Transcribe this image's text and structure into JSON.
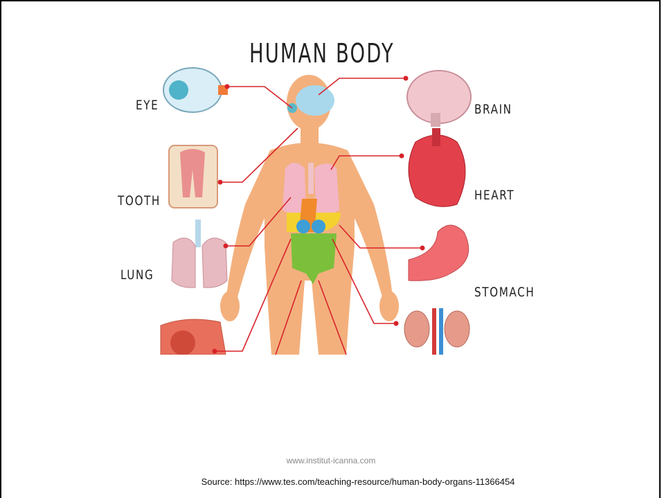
{
  "diagram": {
    "title": "HUMAN BODY",
    "labels": {
      "eye": "EYE",
      "brain": "BRAIN",
      "tooth": "TOOTH",
      "heart": "HEART",
      "lung": "LUNG",
      "stomach": "STOMACH"
    }
  },
  "watermark": "www.institut-icanna.com",
  "source": "Source: https://www.tes.com/teaching-resource/human-body-organs-11366454",
  "colors": {
    "skin": "#f3b07d",
    "leader_line": "#d8232a",
    "brain": "#a9d8ec",
    "lungs": "#f2b6c6",
    "liver": "#f08a2a",
    "kidneys": "#3e9ed6",
    "intestines": "#7cbf3a",
    "stomach": "#f5d130"
  }
}
